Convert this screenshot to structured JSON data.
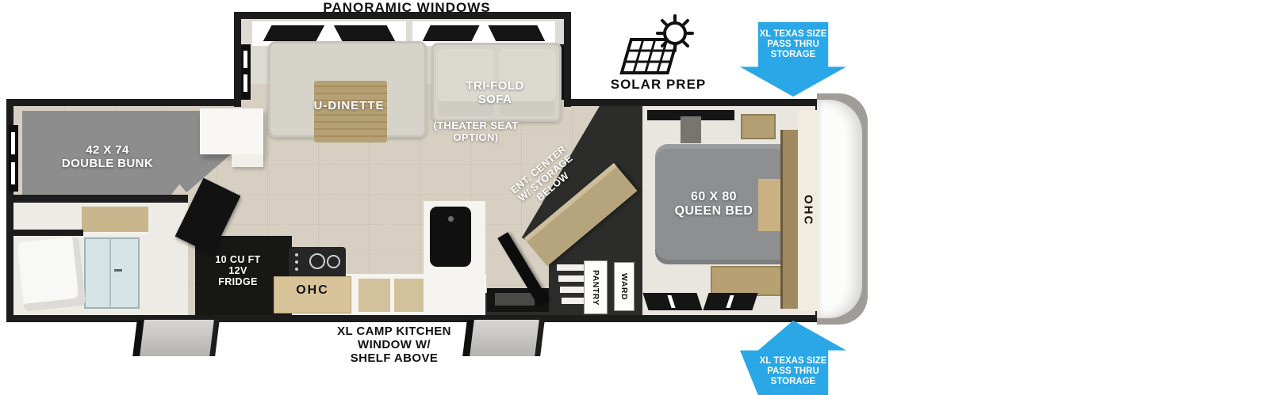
{
  "colors": {
    "accent_blue": "#29a7e6",
    "wall_black": "#1c1c1c",
    "floor_wood": "#d7d0c2",
    "furniture_gray": "#8d8e8f",
    "cabinet_tan": "#b6a374",
    "shower_blue": "#d6e4e6"
  },
  "annotations": {
    "panoramic_windows": "PANORAMIC WINDOWS",
    "solar_prep": "SOLAR PREP",
    "pass_thru": [
      "XL TEXAS SIZE",
      "PASS THRU",
      "STORAGE"
    ],
    "camp_kitchen": [
      "XL CAMP KITCHEN",
      "WINDOW W/",
      "SHELF ABOVE"
    ]
  },
  "rooms": {
    "u_dinette": "U-DINETTE",
    "tri_fold_sofa": [
      "TRI-FOLD",
      "SOFA"
    ],
    "theater_seat_option": [
      "(THEATER SEAT",
      "OPTION)"
    ],
    "double_bunk": [
      "42 X 74",
      "DOUBLE BUNK"
    ],
    "queen_bed": [
      "60 X 80",
      "QUEEN BED"
    ],
    "ent_center": [
      "ENT. CENTER",
      "W/ STORAGE",
      "BELOW"
    ],
    "fridge": [
      "10 CU FT",
      "12V",
      "FRIDGE"
    ],
    "ohc_kitchen": "OHC",
    "ohc_bedroom": "OHC",
    "pantry": "PANTRY",
    "ward": "WARD"
  }
}
